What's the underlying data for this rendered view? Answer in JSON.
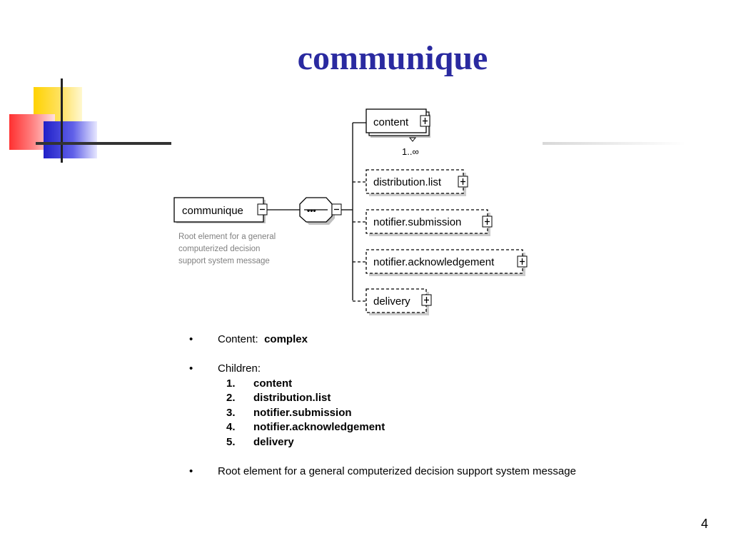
{
  "slide": {
    "title": "communique",
    "page_number": "4"
  },
  "diagram": {
    "root": {
      "label": "communique",
      "description": [
        "Root element for a general",
        "computerized decision",
        "support system message"
      ]
    },
    "sequence_symbol": "•••",
    "cardinality": "1..∞",
    "children": [
      {
        "label": "content",
        "optional": false,
        "multiple": true
      },
      {
        "label": "distribution.list",
        "optional": true,
        "multiple": false
      },
      {
        "label": "notifier.submission",
        "optional": true,
        "multiple": false
      },
      {
        "label": "notifier.acknowledgement",
        "optional": true,
        "multiple": false
      },
      {
        "label": "delivery",
        "optional": true,
        "multiple": false
      }
    ],
    "colors": {
      "line": "#000000",
      "description_text": "#808080"
    }
  },
  "bullets": {
    "marker": "•",
    "content_label": "Content:",
    "content_value": "complex",
    "children_label": "Children:",
    "children": [
      {
        "num": "1.",
        "name": "content"
      },
      {
        "num": "2.",
        "name": "distribution.list"
      },
      {
        "num": "3.",
        "name": "notifier.submission"
      },
      {
        "num": "4.",
        "name": "notifier.acknowledgement"
      },
      {
        "num": "5.",
        "name": "delivery"
      }
    ],
    "description": "Root element for a general computerized decision support system message"
  },
  "theme": {
    "title_color": "#2a2aa0",
    "deco_yellow": "#ffd200",
    "deco_red": "#ff3030",
    "deco_blue": "#2020c8"
  }
}
